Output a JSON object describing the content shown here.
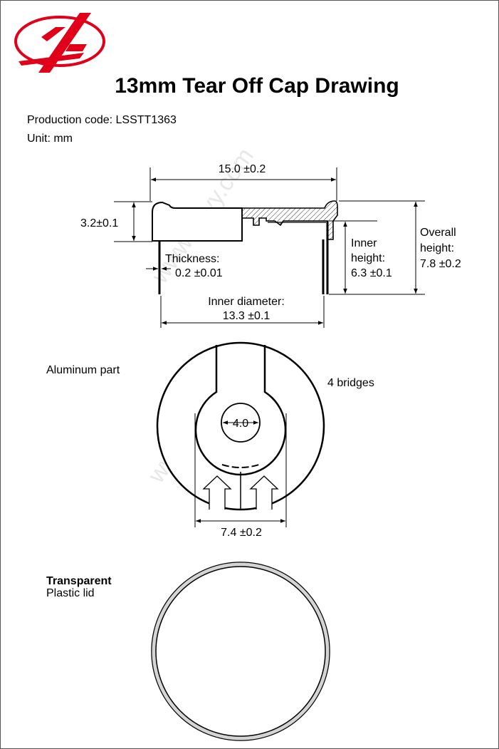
{
  "title": "13mm Tear Off Cap Drawing",
  "production_code": "Production code: LSSTT1363",
  "unit": "Unit: mm",
  "watermark": "www.yoyy.com",
  "brand_color": "#e1001a",
  "icons": {
    "logo": "yl-logo-icon",
    "arrow": "up-arrow-icon"
  },
  "section_view": {
    "overall_width": "15.0 ±0.2",
    "cap_height": "3.2±0.1",
    "thickness_label": "Thickness:",
    "thickness_value": "0.2 ±0.01",
    "inner_height_label_1": "Inner",
    "inner_height_label_2": "height:",
    "inner_height_value": "6.3 ±0.1",
    "overall_height_label_1": "Overall",
    "overall_height_label_2": "height:",
    "overall_height_value": "7.8 ±0.2",
    "inner_diameter_label": "Inner diameter:",
    "inner_diameter_value": "13.3 ±0.1"
  },
  "aluminum_part": {
    "label": "Aluminum part",
    "bridges": "4 bridges",
    "center_diameter": "4.0",
    "tab_width": "7.4 ±0.2"
  },
  "plastic_lid": {
    "label_bold": "Transparent",
    "label": "Plastic lid"
  }
}
